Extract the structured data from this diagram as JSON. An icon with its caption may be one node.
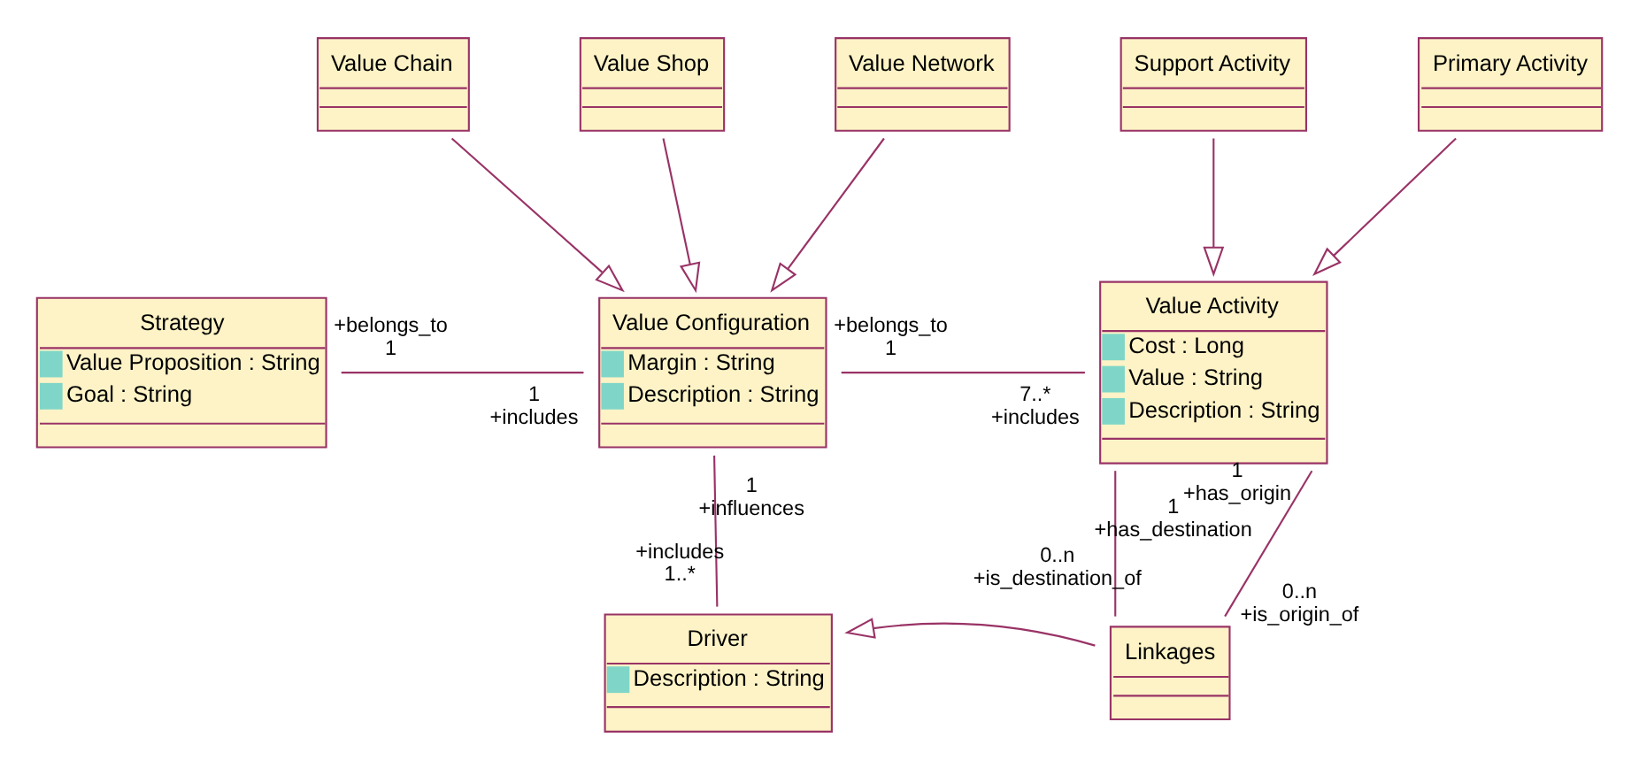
{
  "diagram": {
    "nodes": [
      {
        "text": [
          "Value Chain"
        ]
      },
      {
        "text": [
          "Value Shop"
        ]
      },
      {
        "text": [
          "Value Network"
        ]
      },
      {
        "text": [
          "Support Activity"
        ]
      },
      {
        "text": [
          "Primary Activity"
        ]
      },
      {
        "text": [
          "Strategy",
          "Value Proposition : String",
          "Goal : String"
        ]
      },
      {
        "text": [
          "Value Configuration",
          "Margin : String",
          "Description : String"
        ]
      },
      {
        "text": [
          "Value Activity",
          "Cost : Long",
          "Value : String",
          "Description : String"
        ]
      },
      {
        "text": [
          "Driver",
          "Description : String"
        ]
      },
      {
        "text": [
          "Linkages"
        ]
      }
    ],
    "edges": [
      {
        "from": 0,
        "to": 6,
        "arrow": "to"
      },
      {
        "from": 1,
        "to": 6,
        "arrow": "to"
      },
      {
        "from": 2,
        "to": 6,
        "arrow": "to"
      },
      {
        "from": 3,
        "to": 7,
        "arrow": "to"
      },
      {
        "from": 4,
        "to": 7,
        "arrow": "to"
      },
      {
        "from": 5,
        "to": 6,
        "arrow": "none"
      },
      {
        "from": 6,
        "to": 7,
        "arrow": "none"
      },
      {
        "from": 6,
        "to": 8,
        "arrow": "none"
      },
      {
        "from": 7,
        "to": 9,
        "arrow": "none"
      },
      {
        "from": 7,
        "to": 9,
        "arrow": "none"
      },
      {
        "from": 9,
        "to": 8,
        "arrow": "to"
      }
    ],
    "labels": [
      "+belongs_to",
      "1",
      "1",
      "+includes",
      "+belongs_to",
      "1",
      "7..*",
      "+includes",
      "1",
      "+influences",
      "+includes",
      "1..*",
      "1",
      "+has_destination",
      "0..n",
      "+is_destination_of",
      "1",
      "+has_origin",
      "0..n",
      "+is_origin_of"
    ]
  }
}
